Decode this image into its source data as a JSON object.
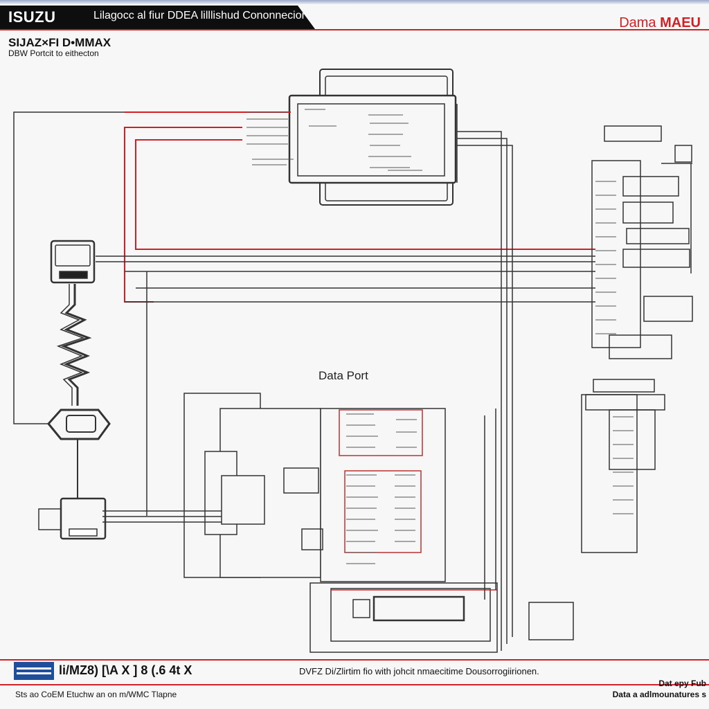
{
  "header": {
    "brand": "ISUZU",
    "title": "Lilagocc al fiur DDEA lilllishud Cononnecior",
    "manufacturer_prefix": "Dama",
    "manufacturer_name": "MAEU",
    "model": "SIJAZ×FI D•MMAX",
    "subtitle": "DBW Portcit to eithecton"
  },
  "diagram": {
    "port_label": "Data Port",
    "colors": {
      "wire": "#333333",
      "wire_red": "#d21f26",
      "accent": "#d21f26",
      "brand_blue": "#1f4e9a"
    }
  },
  "footer": {
    "code": "li/MZ8)  [\\A X ] 8 (.6  4t X",
    "note": "DVFZ Di/Zlirtim fio with johcit nmaecitime Dousorrogiirionen.",
    "left": "Sts ao CoEM Etuchw an on m/WMC Tlapne",
    "right_top": "Dat epy Fub",
    "right_bottom": "Data a adlmounatures s"
  }
}
